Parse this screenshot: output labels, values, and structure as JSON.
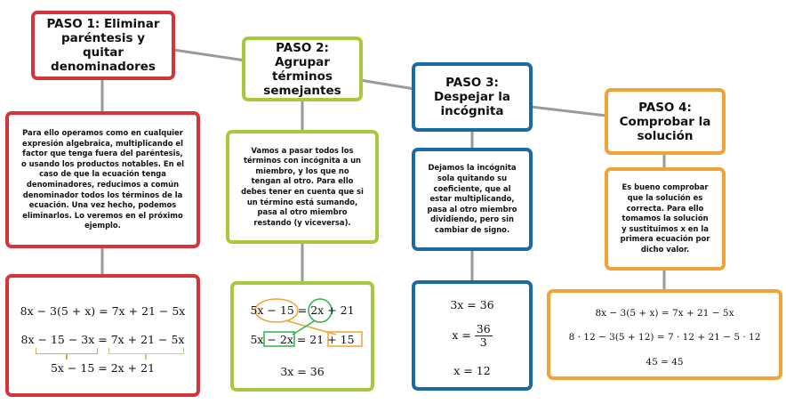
{
  "steps": [
    {
      "title": "PASO 1: Eliminar paréntesis y quitar denominadores",
      "description": "Para ello operamos como en cualquier expresión algebraica, multiplicando el factor que tenga fuera del paréntesis, o usando los productos notables. En el caso de que la ecuación tenga denominadores, reducimos a común denominador todos los términos de la ecuación. Una vez hecho, podemos eliminarlos. Lo veremos en el próximo ejemplo.",
      "example": {
        "line1": "8x − 3(5 + x) = 7x + 21 − 5x",
        "line2": "8x − 15 − 3x = 7x + 21 − 5x",
        "line3": "5x − 15 = 2x + 21"
      },
      "color": "#d6343c"
    },
    {
      "title": "PASO 2: Agrupar términos semejantes",
      "description": "Vamos a pasar todos los términos con incógnita a un miembro, y los que no tengan al otro. Para ello debes tener en cuenta que si un término está sumando, pasa al otro miembro restando (y viceversa).",
      "example": {
        "line1": "5x − 15 = 2x + 21",
        "line2": "5x − 2x = 21 + 15",
        "line3": "3x = 36"
      },
      "color": "#a8c93c"
    },
    {
      "title": "PASO 3: Despejar la incógnita",
      "description": "Dejamos la incógnita sola quitando su coeficiente, que al estar multiplicando, pasa al otro miembro dividiendo, pero sin cambiar de signo.",
      "example": {
        "line1": "3x = 36",
        "line2_lhs": "x =",
        "line2_num": "36",
        "line2_den": "3",
        "line3": "x = 12"
      },
      "color": "#1a6aa6"
    },
    {
      "title": "PASO 4: Comprobar la solución",
      "description": "Es bueno comprobar que la solución es correcta. Para ello tomamos la solución y sustituimos x en la primera ecuación por dicho valor.",
      "example": {
        "line1": "8x − 3(5 + x) = 7x + 21 − 5x",
        "line2": "8 · 12 − 3(5 + 12) = 7 · 12 + 21 − 5 · 12",
        "line3": "45 = 45"
      },
      "color": "#f0a436"
    }
  ]
}
